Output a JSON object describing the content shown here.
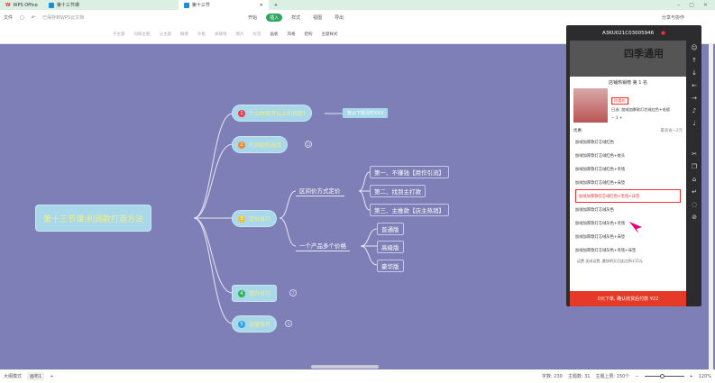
{
  "tabs": [
    {
      "label": "WPS Office"
    },
    {
      "label": "第十三节课"
    },
    {
      "label": "第十三节"
    }
  ],
  "menu": {
    "file": "文件",
    "hint": "已保存到WPS云文档",
    "items": [
      "开始",
      "插入",
      "样式",
      "视图",
      "导出"
    ],
    "active": "插入",
    "share": "分享与协作"
  },
  "toolbar2": [
    "子主题",
    "同级主题",
    "父主题",
    "概要",
    "外框",
    "关联线",
    "图片",
    "标签",
    "画板",
    "风格",
    "结构",
    "主题样式"
  ],
  "mindmap": {
    "root": "第十三节课:利润款打造方法",
    "n1": {
      "num": "1",
      "label": "什么时候可以上利润款?",
      "note": "有以下情况时XXX",
      "color": "#e8414d"
    },
    "n2": {
      "num": "2",
      "label": "利润款的选品",
      "badge": "12",
      "color": "#f08a30"
    },
    "n3": {
      "num": "3",
      "label": "定价技巧",
      "color": "#f2c230"
    },
    "n4": {
      "num": "4",
      "label": "提升技巧",
      "badge": "7",
      "color": "#2ab552"
    },
    "n5": {
      "num": "5",
      "label": "运营技巧",
      "badge": "5",
      "color": "#2aa7e8"
    },
    "s1": "区间价方式定价",
    "s2": "一个产品多个价格",
    "leaves1": [
      "第一、不赚钱【用作引流】",
      "第二、找到主打款",
      "第三、主推款【店主热销】"
    ],
    "leaves2": [
      "普通版",
      "高级版",
      "豪华版"
    ]
  },
  "status": {
    "mode": "大纲模式",
    "page": "画布1",
    "words": "字数: 230",
    "topics": "主题数: 31",
    "limit": "主题上限: 150个",
    "zoom": "120%",
    "zoom_level": 120
  },
  "panel": {
    "device": "A3KU021C03005946",
    "banner": "四季通用",
    "rank": "店铺热销榜 第 1 名",
    "price_tag": "惊喜价",
    "selected_label": "已选: 加绒加厚款灯芯绒红色+毛毯",
    "qty": "1",
    "promo_left": "优惠",
    "promo_right": "最高省~2元",
    "options": [
      "加绒加厚款灯芯绒红色",
      "加绒加厚款灯芯绒红色+枕头",
      "加绒加厚款灯芯绒红色+毛毯",
      "加绒加厚款灯芯绒红色+床垫",
      "加绒加厚款灯芯绒红色+毛毯+床垫",
      "加绒加厚款灯芯绒灰色",
      "加绒加厚款灯芯绒灰色+毛毯",
      "加绒加厚款灯芯绒灰色+床垫",
      "加绒加厚款灯芯绒灰色+毛毯+床垫"
    ],
    "selected_index": 4,
    "footer_note": "运费 关闭运费, 最快明天可送达预计15元",
    "buy": "0元下单, 确认收货后付款 ¥22"
  }
}
